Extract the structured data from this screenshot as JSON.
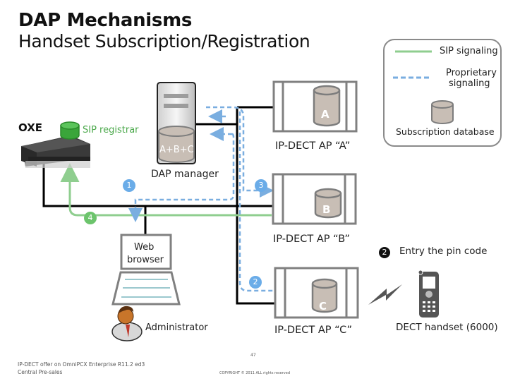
{
  "header": {
    "title": "DAP Mechanisms",
    "subtitle": "Handset Subscription/Registration"
  },
  "legend": {
    "sip_signaling": "SIP signaling",
    "proprietary_line1": "Proprietary",
    "proprietary_line2": "signaling",
    "subscription_database": "Subscription database",
    "colors": {
      "sip": "#8fce8f",
      "proprietary": "#7aaee0",
      "database": "#c8beb5"
    }
  },
  "nodes": {
    "oxe": "OXE",
    "sip_registrar": "SIP registrar",
    "dap_manager": "DAP manager",
    "dap_db": "A+B+C",
    "ap_a": {
      "db": "A",
      "label": "IP-DECT AP “A”"
    },
    "ap_b": {
      "db": "B",
      "label": "IP-DECT AP “B”"
    },
    "ap_c": {
      "db": "C",
      "label": "IP-DECT AP “C”"
    },
    "web_browser_line1": "Web",
    "web_browser_line2": "browser",
    "administrator": "Administrator",
    "handset": "DECT handset (6000)"
  },
  "steps": {
    "step1": "1",
    "step2": "2",
    "step3": "3",
    "step4": "4",
    "step2_note_badge": "2",
    "step2_note": "Entry the pin code"
  },
  "footer": {
    "left_line1": "IP-DECT offer on OmniPCX Enterprise R11.2 ed3",
    "left_line2": "Central Pre-sales",
    "page_number": "47",
    "copyright": "COPYRIGHT © 2011 ALL rights reserved"
  }
}
